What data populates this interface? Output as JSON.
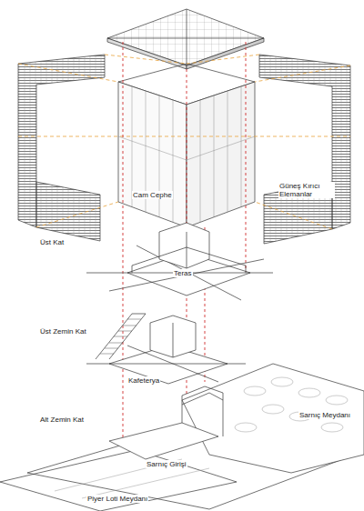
{
  "diagram": {
    "labels": [
      "Cam Cephe",
      "Güneş Kırıcı Elemanlar",
      "Üst Kat",
      "Teras",
      "Üst Zemin Kat",
      "Kafeterya",
      "Alt Zemin Kat",
      "Sarnıç Meydanı",
      "Sarnıç Girişi",
      "Piyer Loti Meydanı"
    ]
  }
}
